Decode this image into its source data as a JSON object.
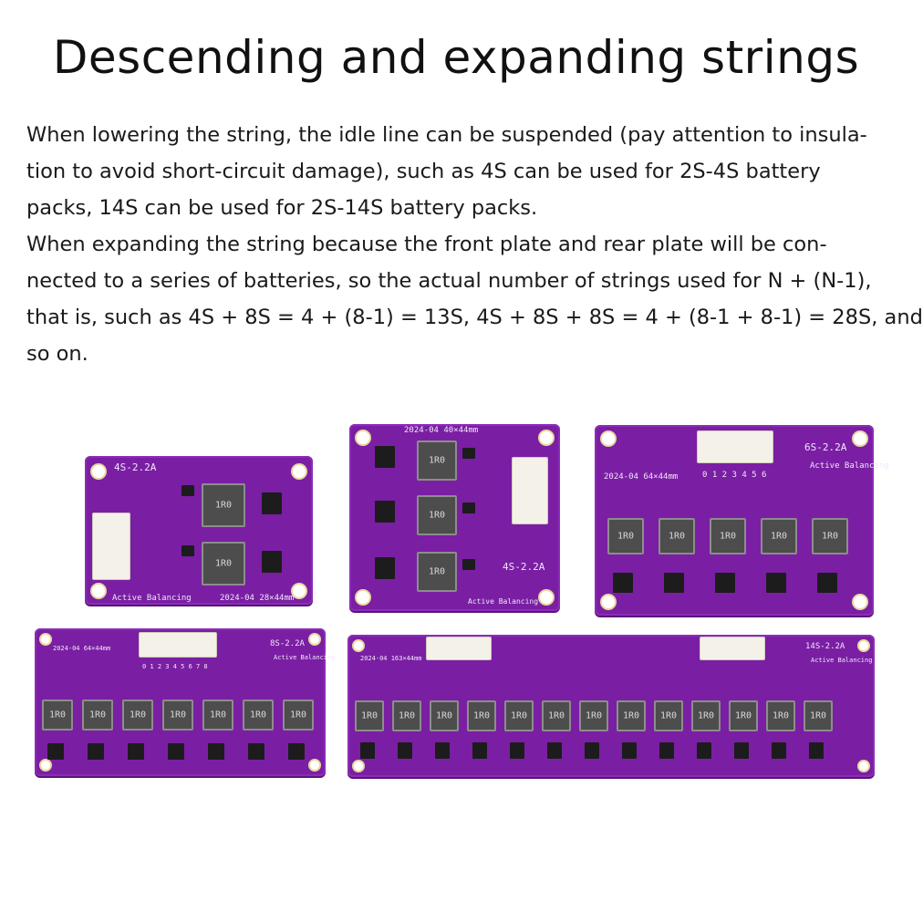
{
  "page": {
    "title": "Descending and expanding strings",
    "paragraph1": [
      "When lowering the string, the idle line can be suspended (pay attention to insula-",
      "tion to avoid short-circuit damage), such as 4S can be used for 2S-4S battery",
      "packs, 14S can be used for 2S-14S battery packs."
    ],
    "paragraph2": [
      "When expanding the string because the front plate and rear plate will be con-",
      "nected to a series of batteries, so the actual number of strings used for N + (N-1),",
      "that is, such as 4S + 8S = 4 + (8-1) = 13S, 4S + 8S + 8S = 4 + (8-1 + 8-1) = 28S, and",
      "so on."
    ]
  },
  "boards": {
    "b4s": {
      "model": "4S-2.2A",
      "footer": "Active Balancing",
      "date": "2024-04  28×44mm",
      "ind": "1R0"
    },
    "b3s": {
      "model": "4S-2.2A",
      "label": "Active Balancing",
      "date": "2024-04  40×44mm",
      "ind": "1R0"
    },
    "b6s": {
      "model": "6S-2.2A",
      "label": "Active Balancing",
      "date": "2024-04  64×44mm",
      "ind": "1R0",
      "pins": "0 1 2 3 4 5 6"
    },
    "b8s": {
      "model": "8S-2.2A",
      "label": "Active Balancing",
      "date": "2024-04  64×44mm",
      "ind": "1R0",
      "pins": "0 1 2 3 4 5 6 7 8"
    },
    "b14s": {
      "model": "14S-2.2A",
      "label": "Active Balancing",
      "date": "2024-04  163×44mm",
      "ind": "1R0"
    }
  },
  "colors": {
    "pcb": "#7a1fa3",
    "silkscreen": "#f1e6fb",
    "inductor": "#4d4d4d"
  }
}
